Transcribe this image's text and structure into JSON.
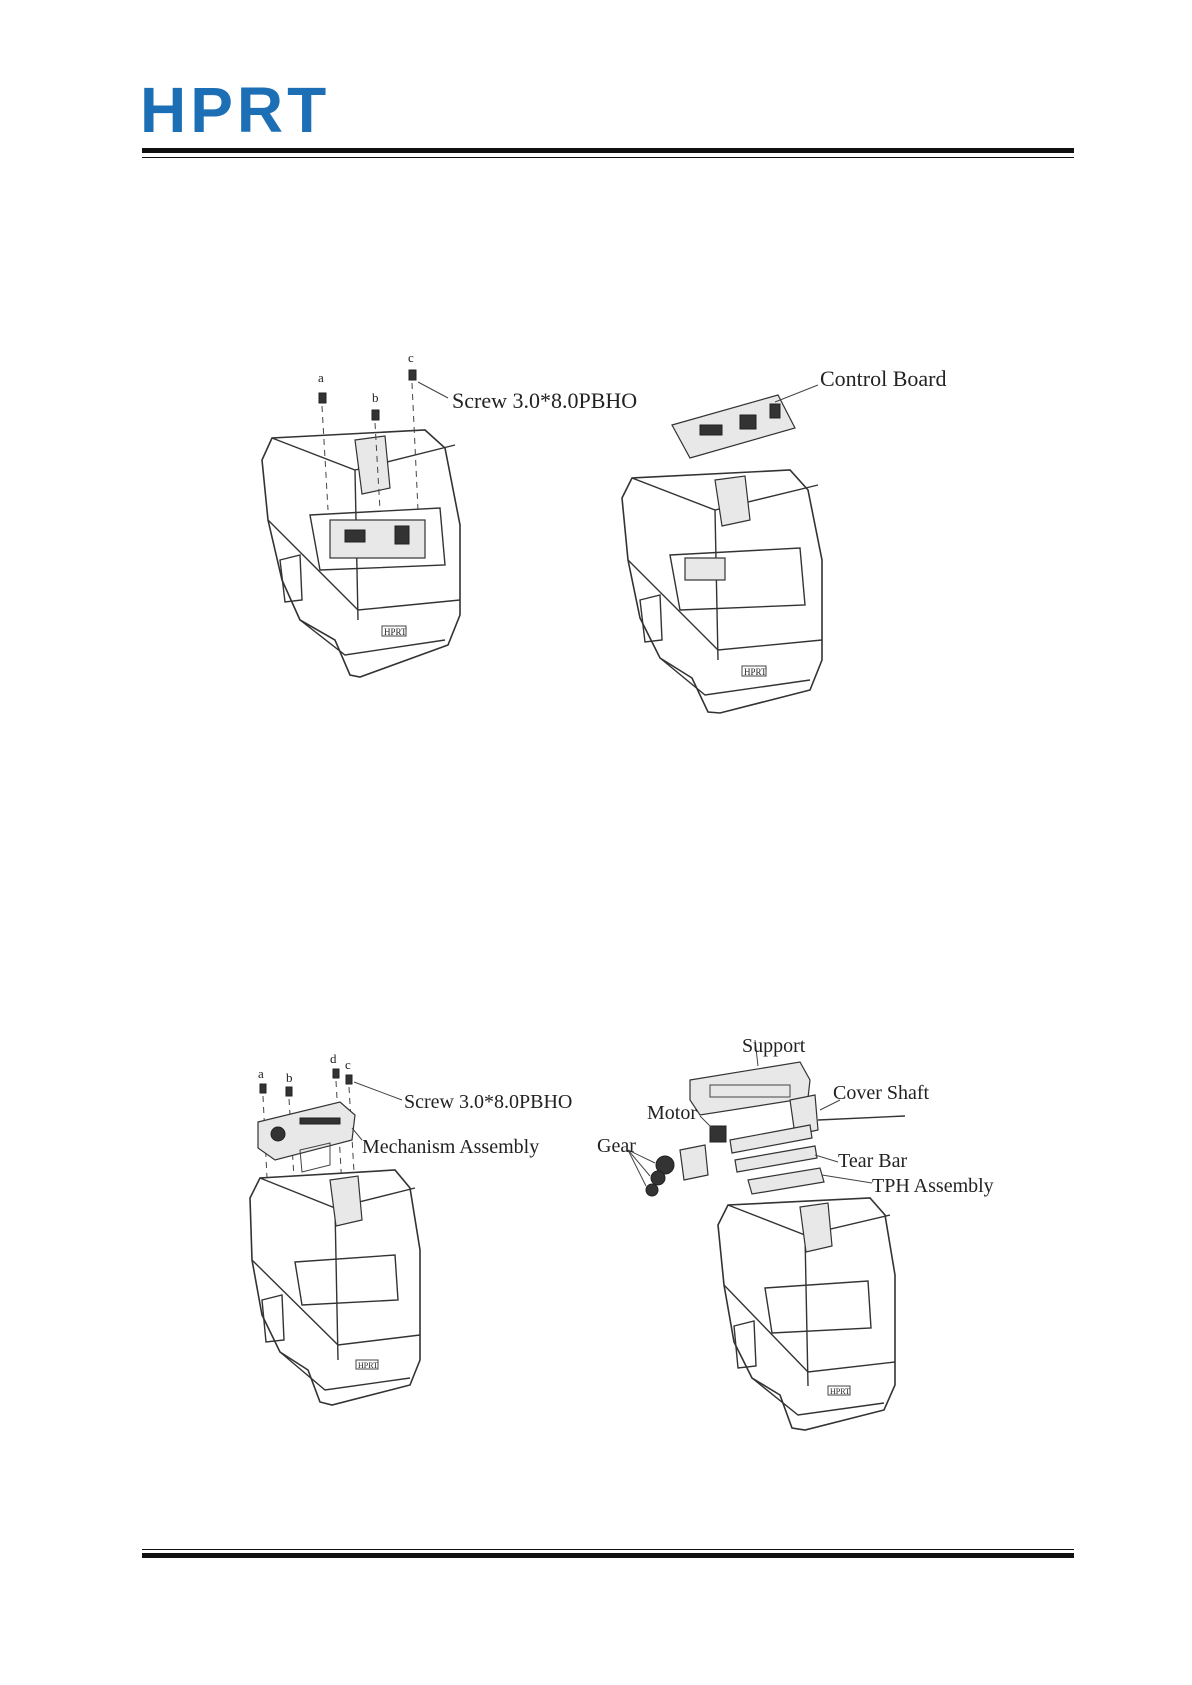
{
  "header": {
    "logo_text": "HPRT",
    "brand_color": "#1d6fb5"
  },
  "figure1": {
    "screw_labels": [
      "a",
      "b",
      "c"
    ],
    "screw_callout": "Screw 3.0*8.0PBHO",
    "board_callout": "Control Board",
    "case_badge": "HPRT"
  },
  "figure2": {
    "screw_labels": [
      "a",
      "b",
      "d",
      "c"
    ],
    "screw_callout": "Screw 3.0*8.0PBHO",
    "mechanism_callout": "Mechanism Assembly",
    "support_callout": "Support",
    "cover_shaft_callout": "Cover Shaft",
    "motor_callout": "Motor",
    "gear_callout": "Gear",
    "tear_bar_callout": "Tear Bar",
    "tph_callout": "TPH Assembly",
    "case_badge": "HPRT"
  }
}
